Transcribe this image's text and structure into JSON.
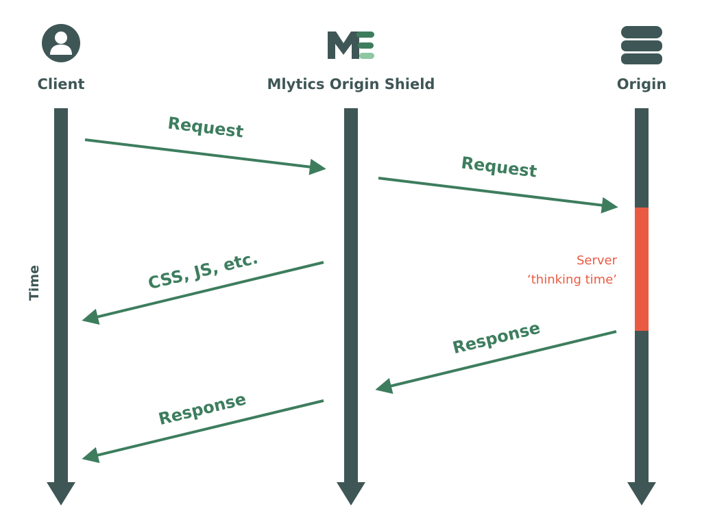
{
  "participants": {
    "client": {
      "label": "Client",
      "icon": "user-icon"
    },
    "shield": {
      "label": "Mlytics Origin Shield",
      "icon": "mlytics-logo-icon"
    },
    "origin": {
      "label": "Origin",
      "icon": "database-icon"
    }
  },
  "axis": {
    "label": "Time"
  },
  "messages": {
    "client_to_shield": "Request",
    "shield_to_origin": "Request",
    "shield_to_client_assets": "CSS, JS, etc.",
    "origin_to_shield": "Response",
    "shield_to_client": "Response"
  },
  "origin_note": {
    "line1": "Server",
    "line2": "‘thinking time’"
  },
  "colors": {
    "lifeline": "#3f5656",
    "message": "#3d7d5e",
    "thinking": "#ea5a43",
    "logo_light": "#8ec7a4",
    "text": "#3f5656"
  }
}
